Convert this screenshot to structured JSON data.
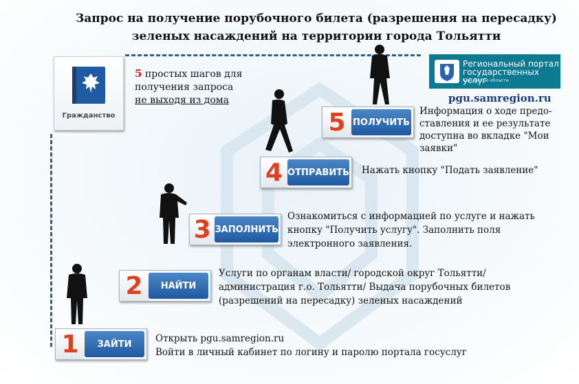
{
  "title": {
    "line1": "Запрос на получение порубочного билета (разрешения на пересадку)",
    "line2": "зеленых насаждений на территории города Тольятти"
  },
  "gosuslugi_tile": {
    "label": "Гражданство",
    "icon": "coat-of-arms-book-icon"
  },
  "intro": {
    "number": "5",
    "line1_rest": " простых шагов для",
    "line2": "получения запроса",
    "line3": "не выходя из дома"
  },
  "portal": {
    "line1": "Региональный портал",
    "line2": "государственных услуг",
    "line3": "Самарской области",
    "url": "pgu.samregion.ru"
  },
  "steps": [
    {
      "num": "1",
      "label": "ЗАЙТИ",
      "text": [
        "Открыть pgu.samregion.ru",
        "Войти в личный кабинет по логину и паролю портала  госуслуг"
      ]
    },
    {
      "num": "2",
      "label": "НАЙТИ",
      "text": [
        "Услуги по органам власти/ городской округ Тольятти/",
        "администрация г.о. Тольятти/ Выдача порубочных билетов",
        "(разрешений на пересадку) зеленых насаждений"
      ]
    },
    {
      "num": "3",
      "label": "ЗАПОЛНИТЬ",
      "text": [
        "Ознакомиться с информацией по услуге и нажать",
        "кнопку \"Получить услугу\". Заполнить поля",
        "электронного заявления."
      ]
    },
    {
      "num": "4",
      "label": "ОТПРАВИТЬ",
      "text": [
        "Нажать кнопку \"Подать заявление\""
      ]
    },
    {
      "num": "5",
      "label": "ПОЛУЧИТЬ",
      "text": [
        "Информация о ходе предо-",
        "ставления и ее результате",
        "доступна во вкладке \"Мои",
        "заявки\""
      ]
    }
  ],
  "colors": {
    "accent_blue": "#1f5aa2",
    "number_red": "#e0401f",
    "portal_teal": "#0d7a92",
    "dash": "#2e5f86",
    "intro_red": "#cc1b1b"
  }
}
